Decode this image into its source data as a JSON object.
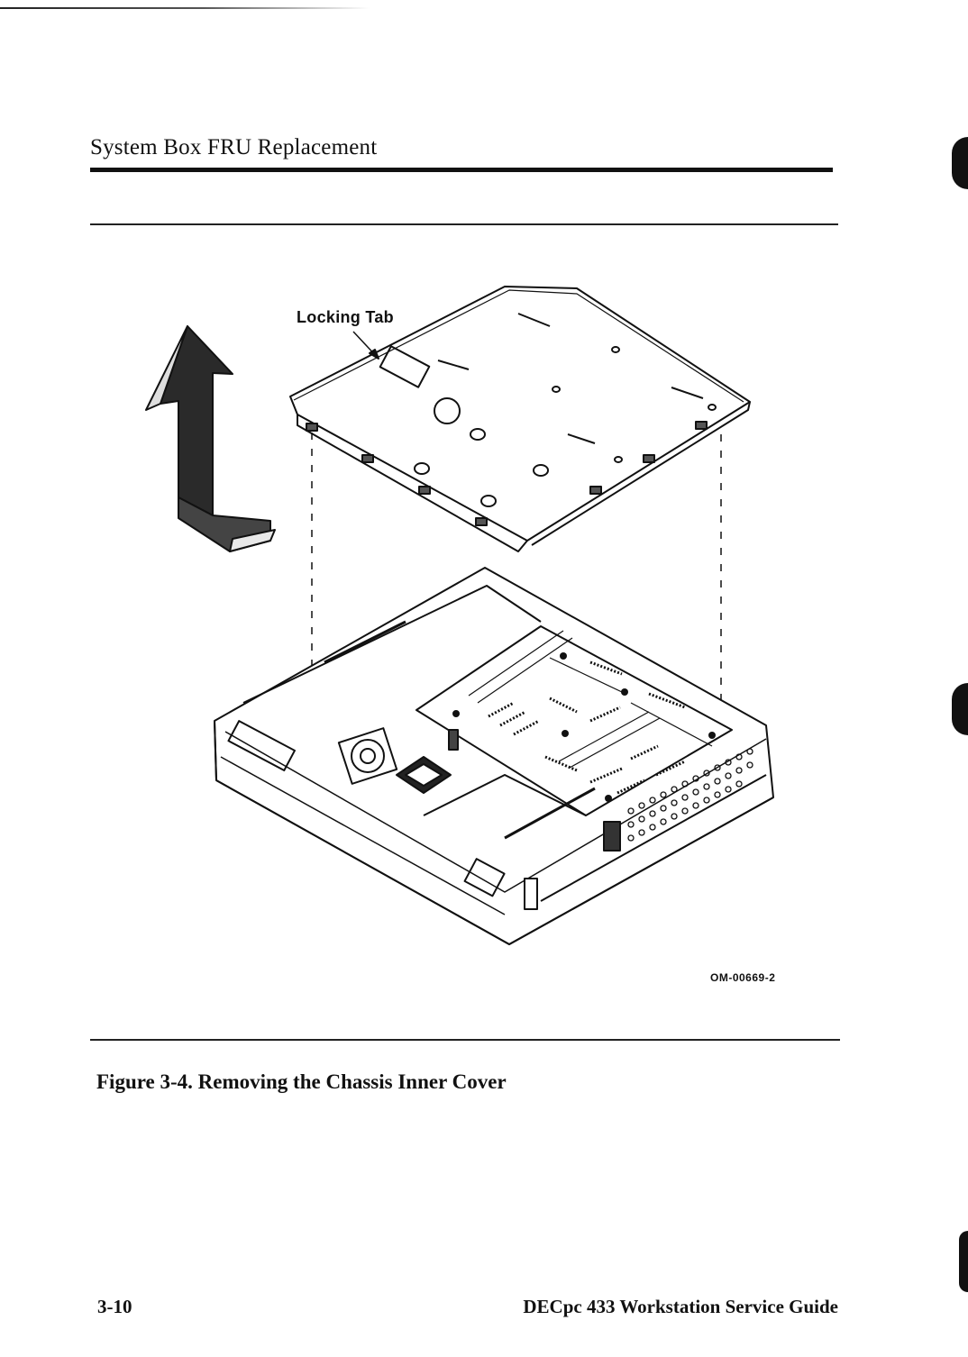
{
  "header": {
    "section_title": "System Box FRU Replacement"
  },
  "figure": {
    "callout_label": "Locking Tab",
    "drawing_number": "OM-00669-2",
    "caption": "Figure 3-4.  Removing the Chassis Inner Cover",
    "depicts": [
      "up-arrow-icon",
      "inner-cover-panel",
      "chassis-base"
    ]
  },
  "footer": {
    "page_number": "3-10",
    "book_title": "DECpc 433 Workstation Service Guide"
  },
  "colors": {
    "ink": "#111111",
    "paper": "#ffffff"
  }
}
